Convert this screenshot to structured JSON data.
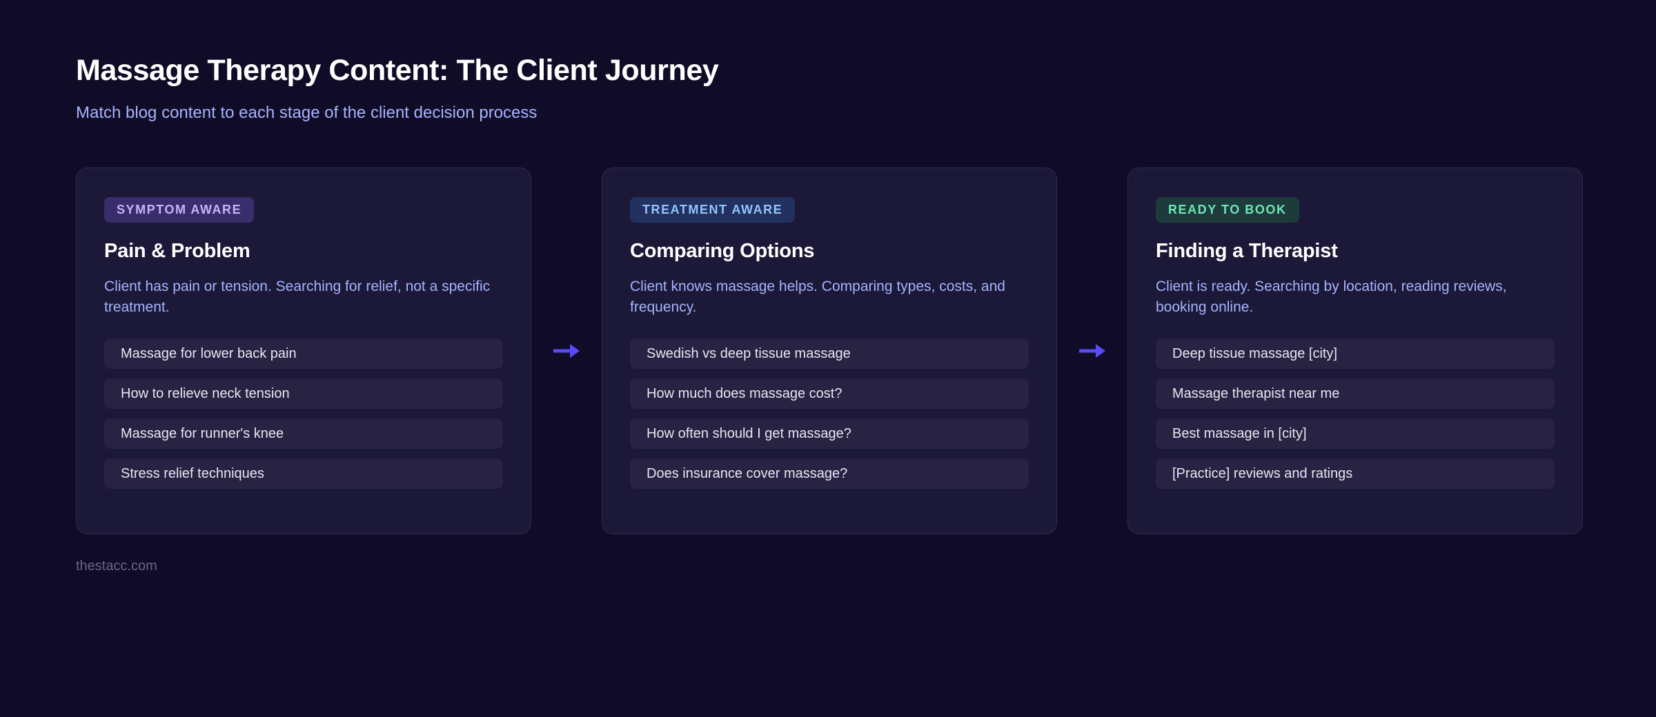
{
  "header": {
    "title": "Massage Therapy Content: The Client Journey",
    "subtitle": "Match blog content to each stage of the client decision process"
  },
  "colors": {
    "page_background": "#100c28",
    "card_background": "#1c1838",
    "card_border": "#2e2a52",
    "pill_background": "#282342",
    "arrow": "#5a4af7",
    "subtitle_text": "#a5b4fc",
    "footer_text": "#6b6489"
  },
  "cards": [
    {
      "badge": "SYMPTOM AWARE",
      "badge_bg": "#3a2d6b",
      "badge_fg": "#c3b5fd",
      "title": "Pain & Problem",
      "description": "Client has pain or tension. Searching for relief, not a specific treatment.",
      "items": [
        "Massage for lower back pain",
        "How to relieve neck tension",
        "Massage for runner's knee",
        "Stress relief techniques"
      ]
    },
    {
      "badge": "TREATMENT AWARE",
      "badge_bg": "#22315f",
      "badge_fg": "#93c5fd",
      "title": "Comparing Options",
      "description": "Client knows massage helps. Comparing types, costs, and frequency.",
      "items": [
        "Swedish vs deep tissue massage",
        "How much does massage cost?",
        "How often should I get massage?",
        "Does insurance cover massage?"
      ]
    },
    {
      "badge": "READY TO BOOK",
      "badge_bg": "#1d3b3b",
      "badge_fg": "#6ee7b7",
      "title": "Finding a Therapist",
      "description": "Client is ready. Searching by location, reading reviews, booking online.",
      "items": [
        "Deep tissue massage [city]",
        "Massage therapist near me",
        "Best massage in [city]",
        "[Practice] reviews and ratings"
      ]
    }
  ],
  "connectors": [
    {
      "icon": "arrow-right-icon"
    },
    {
      "icon": "arrow-right-icon"
    }
  ],
  "footer": {
    "source": "thestacc.com"
  }
}
